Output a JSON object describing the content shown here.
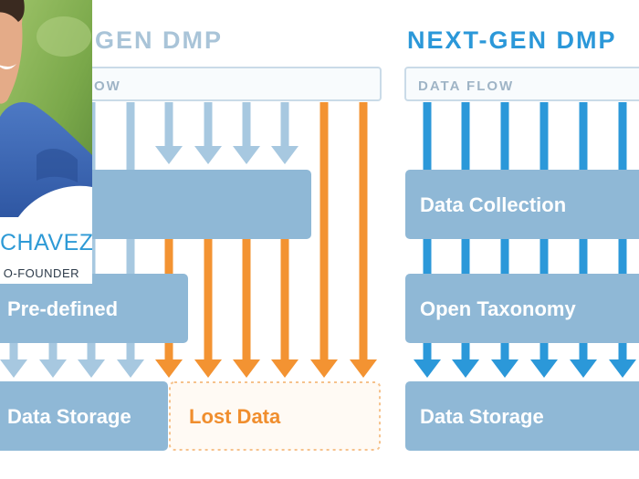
{
  "left_panel": {
    "title": "GEN DMP",
    "flow_label": "OW",
    "predefined_label": "Pre-defined",
    "storage_label": "Data Storage",
    "lost_label": "Lost Data"
  },
  "right_panel": {
    "title": "NEXT-GEN DMP",
    "flow_label": "DATA FLOW",
    "collection_label": "Data Collection",
    "taxonomy_label": "Open Taxonomy",
    "storage_label": "Data Storage"
  },
  "person": {
    "name": "CHAVEZ",
    "role": "O-FOUNDER"
  },
  "colors": {
    "box": "#8fb8d6",
    "light_arrow": "#a7c8e0",
    "orange": "#f39332",
    "blue": "#2b98d9",
    "title_left": "#a9c4d8",
    "title_right": "#2b98d9"
  }
}
